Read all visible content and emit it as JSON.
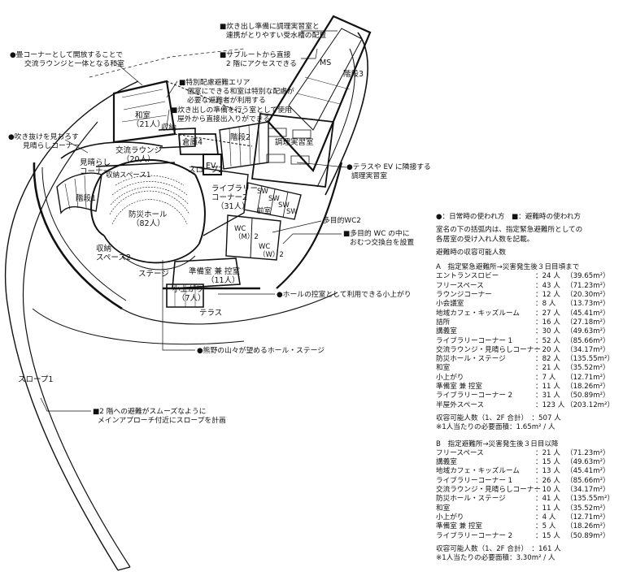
{
  "rooms": {
    "washitsu": "和室",
    "washitsu_cap": "（21人）",
    "shuno1": "収納",
    "soko4": "倉庫4",
    "koryu": "交流ラウンジ",
    "koryu_cap": "（20人）",
    "miharashi": "見晴らし",
    "miharashi2": "コーナー",
    "shuno_space1": "収納スペース1",
    "slope2": "スロープ2",
    "ev": "EV",
    "kaidan2": "階段2",
    "kaidan1": "階段1",
    "kaidan3": "階段3",
    "library2": "ライブラリー",
    "library2b": "コーナー2",
    "library2_cap": "（31人）",
    "bosai_hall": "防災ホール",
    "bosai_cap": "（82人）",
    "shuno_space2a": "収納",
    "shuno_space2b": "スペース2",
    "stage": "ステージ",
    "junbi": "準備室 兼 控室",
    "junbi_cap": "（11人）",
    "koagari": "小上がり",
    "koagari_cap": "（7人）",
    "terrace": "テラス",
    "slope1": "スロープ1",
    "ms": "MS",
    "chori": "調理実習室",
    "zenshitsu": "前室",
    "wc_m": "WC",
    "wc_m2": "（M）2",
    "wc_w": "WC",
    "wc_w2": "（W）2",
    "sw1": "SW",
    "sw2": "SW",
    "sw3": "SW",
    "sw4": "SW"
  },
  "annotations": {
    "a1_l1": "●畳コーナーとして開放することで",
    "a1_l2": "交流ラウンジと一体となる和室",
    "a2_l1": "■炊き出し準備に調理実習室と",
    "a2_l2": "連携がとりやすい受水槽の配置",
    "a3_l1": "■サブルートから直接",
    "a3_l2": "2 階にアクセスできる",
    "a4_l1": "■特別配慮避難エリア",
    "a4_l2": "個室にできる和室は特別な配慮が",
    "a4_l3": "必要な避難者が利用する",
    "a5_l1": "■炊き出しの準備を行う室として使用",
    "a5_l2": "屋外から直接出入りができる",
    "a6_l1": "●吹き抜けを見おろす",
    "a6_l2": "見晴らしコーナー",
    "a7_l1": "●テラスや EV に隣接する",
    "a7_l2": "調理実習室",
    "a8": "多目的WC2",
    "a9_l1": "■多目的 WC の中に",
    "a9_l2": "おむつ交換台を設置",
    "a10": "●ホールの控室として利用できる小上がり",
    "a11": "●熊野の山々が望めるホール・ステージ",
    "a12_l1": "■2 階への避難がスムーズなように",
    "a12_l2": "メインアプローチ付近にスロープを計画"
  },
  "panel": {
    "legend": "●：日常時の使われ方　■：避難時の使われ方",
    "desc_l1": "室名の下の括弧内は、指定緊急避難所としての",
    "desc_l2": "各居室の受け入れ人数を記載。",
    "cap_title": "避難時の収容可能人数",
    "sectionA": {
      "title": "A　指定緊急避難所→災害発生後３日目頃まで",
      "rows": [
        {
          "name": "エントランスロビー",
          "count": "：24 人",
          "area": "（39.65m²）"
        },
        {
          "name": "フリースペース",
          "count": "：43 人",
          "area": "（71.23m²）"
        },
        {
          "name": "ラウンジコーナー",
          "count": "：12 人",
          "area": "（20.30m²）"
        },
        {
          "name": "小会議室",
          "count": "：8 人",
          "area": "（13.73m²）"
        },
        {
          "name": "地域カフェ・キッズルーム",
          "count": "：27 人",
          "area": "（45.41m²）"
        },
        {
          "name": "詰所",
          "count": "：16 人",
          "area": "（27.18m²）"
        },
        {
          "name": "講義室",
          "count": "：30 人",
          "area": "（49.63m²）"
        },
        {
          "name": "ライブラリーコーナー 1",
          "count": "：52 人",
          "area": "（85.66m²）"
        },
        {
          "name": "交流ラウンジ・見晴らしコーナー",
          "count": "：20 人",
          "area": "（34.17m²）"
        },
        {
          "name": "防災ホール・ステージ",
          "count": "：82 人",
          "area": "（135.55m²）"
        },
        {
          "name": "和室",
          "count": "：21 人",
          "area": "（35.52m²）"
        },
        {
          "name": "小上がり",
          "count": "：7 人",
          "area": "（12.71m²）"
        },
        {
          "name": "準備室 兼 控室",
          "count": "：11 人",
          "area": "（18.26m²）"
        },
        {
          "name": "ライブラリーコーナー 2",
          "count": "：31 人",
          "area": "（50.89m²）"
        },
        {
          "name": "半屋外スペース",
          "count": "：123 人",
          "area": "（203.12m²）"
        }
      ],
      "total": "収容可能人数（1、2F 合計）　：507 人",
      "note": "※1人当たりの必要面積：1.65m² / 人"
    },
    "sectionB": {
      "title": "B　指定避難所→災害発生後３日目以降",
      "rows": [
        {
          "name": "フリースペース",
          "count": "：21 人",
          "area": "（71.23m²）"
        },
        {
          "name": "講義室",
          "count": "：15 人",
          "area": "（49.63m²）"
        },
        {
          "name": "地域カフェ・キッズルーム",
          "count": "：13 人",
          "area": "（45.41m²）"
        },
        {
          "name": "ライブラリーコーナー 1",
          "count": "：26 人",
          "area": "（85.66m²）"
        },
        {
          "name": "交流ラウンジ・見晴らしコーナー",
          "count": "：10 人",
          "area": "（34.17m²）"
        },
        {
          "name": "防災ホール・ステージ",
          "count": "：41 人",
          "area": "（135.55m²）"
        },
        {
          "name": "和室",
          "count": "：11 人",
          "area": "（35.52m²）"
        },
        {
          "name": "小上がり",
          "count": "：4 人",
          "area": "（12.71m²）"
        },
        {
          "name": "準備室 兼 控室",
          "count": "：5 人",
          "area": "（18.26m²）"
        },
        {
          "name": "ライブラリーコーナー 2",
          "count": "：15 人",
          "area": "（50.89m²）"
        }
      ],
      "total": "収容可能人数（1、2F 合計）　：161 人",
      "note": "※1人当たりの必要面積：3.30m² / 人"
    }
  }
}
